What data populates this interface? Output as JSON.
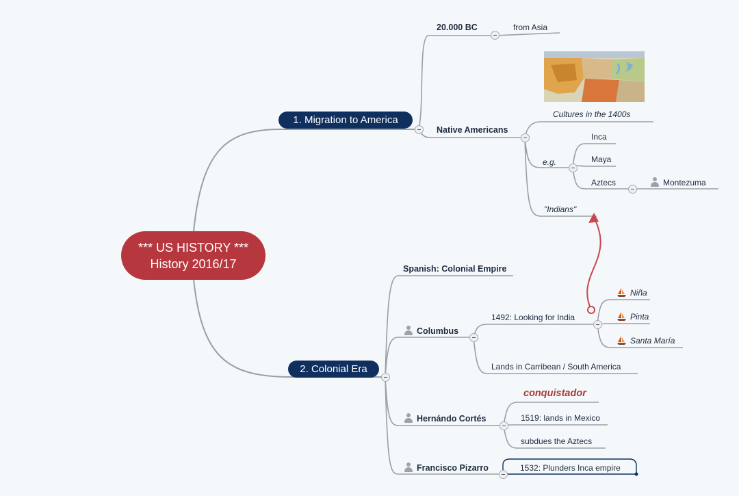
{
  "root": {
    "line1": "*** US HISTORY ***",
    "line2": "History 2016/17"
  },
  "branch1": {
    "label": "1. Migration to America",
    "bc": {
      "label": "20.000 BC",
      "child": "from Asia"
    },
    "native": {
      "label": "Native Americans",
      "cultures": "Cultures in the 1400s",
      "eg": "e.g.",
      "inca": "Inca",
      "maya": "Maya",
      "aztecs": "Aztecs",
      "montezuma": "Montezuma",
      "indians": "\"Indians\""
    }
  },
  "branch2": {
    "label": "2. Colonial Era",
    "spanish": "Spanish: Colonial Empire",
    "columbus": {
      "label": "Columbus",
      "india": "1492: Looking for India",
      "nina": "Niña",
      "pinta": "Pinta",
      "santa": "Santa María",
      "lands": "Lands in Carribean / South America"
    },
    "cortes": {
      "label": "Hernándo Cortés",
      "conq": "conquistador",
      "mexico": "1519: lands in Mexico",
      "subdues": "subdues the Aztecs"
    },
    "pizarro": {
      "label": "Francisco Pizarro",
      "plunders": "1532: Plunders Inca empire"
    }
  },
  "colors": {
    "root": "#b6373e",
    "branch": "#0f2f5e",
    "line": "#9a9fa4",
    "relation": "#c8464e"
  },
  "icons": {
    "person": "person-icon",
    "boat": "sailboat-icon",
    "map": "us-map-image"
  }
}
